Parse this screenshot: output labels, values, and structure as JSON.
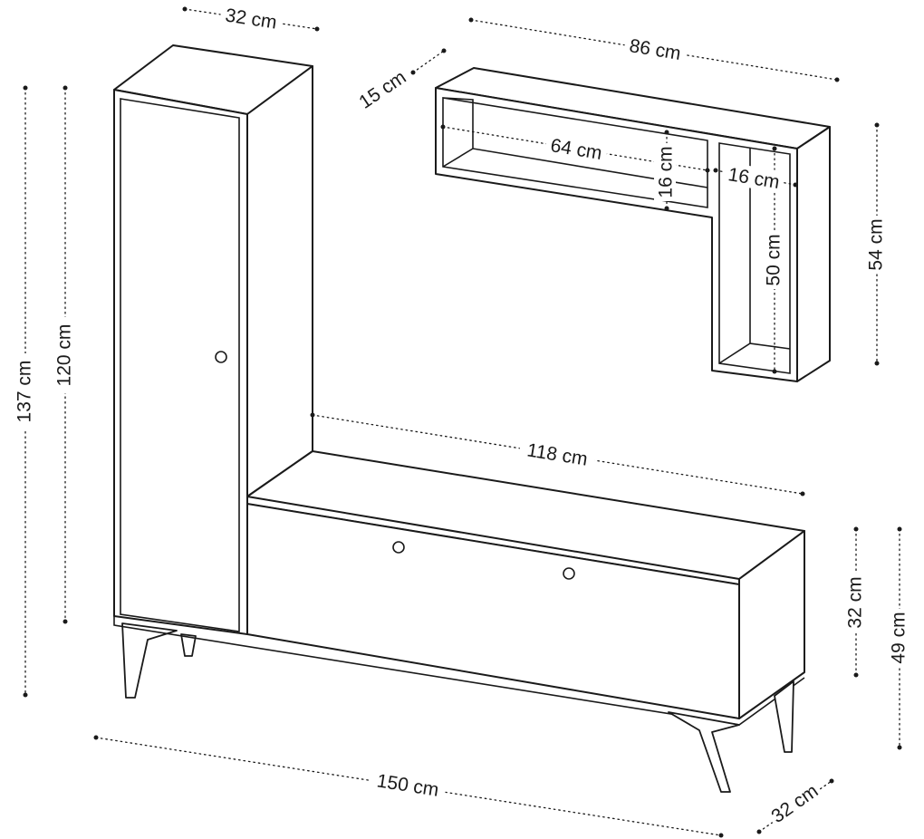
{
  "diagram": {
    "dimensions": {
      "tall_cabinet_depth": "32 cm",
      "tall_cabinet_height_total": "137 cm",
      "tall_cabinet_height_body": "120 cm",
      "shelf_width": "86 cm",
      "shelf_depth": "15 cm",
      "shelf_inner_width": "64 cm",
      "shelf_inner_height": "16 cm",
      "shelf_side_width": "16 cm",
      "shelf_side_height": "50 cm",
      "shelf_total_height": "54 cm",
      "tv_unit_top_width": "118 cm",
      "tv_unit_body_height": "32 cm",
      "tv_unit_total_height": "49 cm",
      "overall_width": "150 cm",
      "tv_unit_depth": "32 cm"
    }
  }
}
